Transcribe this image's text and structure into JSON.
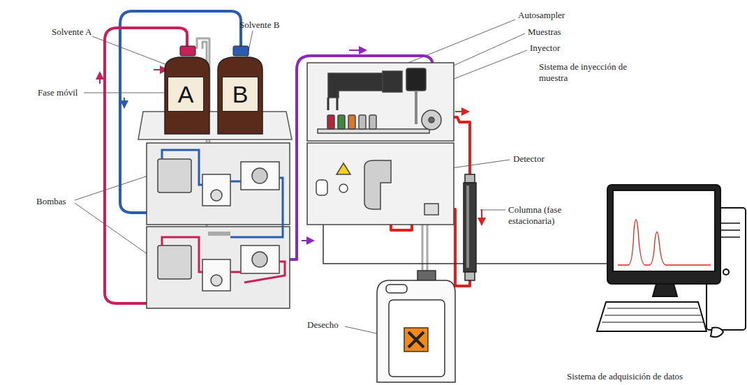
{
  "diagram": {
    "nodes": [
      {
        "text": [
          "A"
        ]
      },
      {
        "text": [
          "B"
        ]
      }
    ],
    "labels": [
      "Solvente A",
      "Solvente B",
      "Fase móvil",
      "Bombas",
      "Autosampler",
      "Muestras",
      "Inyector",
      "Sistema de inyección de muestra",
      "Detector",
      "Columna (fase estacionaria)",
      "Desecho",
      "Sistema de adquisición de datos"
    ]
  }
}
